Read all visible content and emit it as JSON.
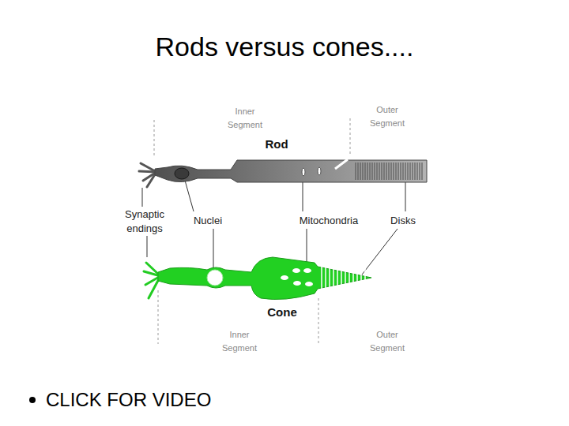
{
  "diagram": {
    "title": "Rods versus cones....",
    "nodes": [
      {
        "text": [
          "Rod"
        ]
      },
      {
        "text": [
          "Cone"
        ]
      }
    ],
    "labels": [
      "Inner Segment",
      "Outer Segment",
      "Synaptic endings",
      "Nuclei",
      "Mitochondria",
      "Disks",
      "Inner Segment",
      "Outer Segment",
      "CLICK FOR VIDEO"
    ]
  }
}
